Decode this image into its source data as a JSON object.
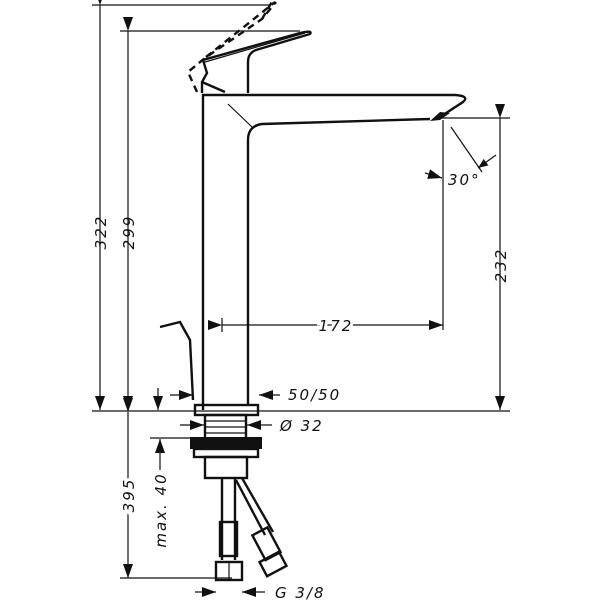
{
  "drawing": {
    "dimensions": {
      "total_height": "322",
      "spout_top_height": "299",
      "spout_outlet_height": "232",
      "spout_reach": "172",
      "spray_angle": "30°",
      "pop_up_drain": "50/50",
      "mounting_hole_diameter": "Ø 32",
      "hose_length": "395",
      "max_counter_thickness": "max. 40",
      "connection_thread": "G 3/8"
    }
  }
}
